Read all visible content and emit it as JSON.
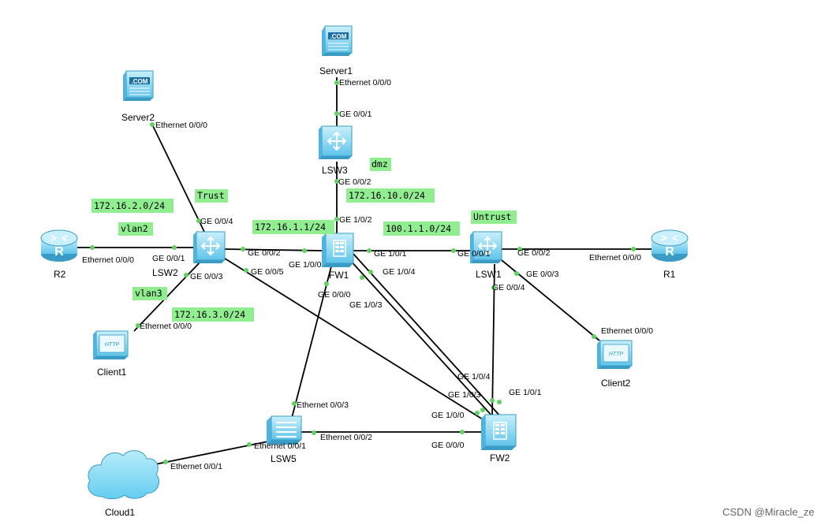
{
  "devices": {
    "server1": "Server1",
    "server2": "Server2",
    "lsw3": "LSW3",
    "lsw2": "LSW2",
    "fw1": "FW1",
    "lsw1": "LSW1",
    "r2": "R2",
    "r1": "R1",
    "client1": "Client1",
    "client2": "Client2",
    "lsw5": "LSW5",
    "fw2": "FW2",
    "cloud1": "Cloud1"
  },
  "icon_text": {
    "com": ".COM",
    "router": "R",
    "http": "HTTP"
  },
  "tags": {
    "dmz": "dmz",
    "net_10": "172.16.10.0/24",
    "trust": "Trust",
    "net_2": "172.16.2.0/24",
    "vlan2": "vlan2",
    "gw_1": "172.16.1.1/24",
    "net_100": "100.1.1.0/24",
    "untrust": "Untrust",
    "vlan3": "vlan3",
    "net_3": "172.16.3.0/24"
  },
  "ports": {
    "server1_e0": "Ethernet 0/0/0",
    "lsw3_g1": "GE 0/0/1",
    "lsw3_g2": "GE 0/0/2",
    "fw1_g102": "GE 1/0/2",
    "server2_e0": "Ethernet 0/0/0",
    "lsw2_g4": "GE 0/0/4",
    "r2_e0": "Ethernet 0/0/0",
    "lsw2_g1": "GE 0/0/1",
    "lsw2_g2": "GE 0/0/2",
    "fw1_g100": "GE 1/0/0",
    "lsw2_g5": "GE 0/0/5",
    "lsw2_g3": "GE 0/0/3",
    "fw1_g101": "GE 1/0/1",
    "fw1_g104": "GE 1/0/4",
    "fw1_g000": "GE 0/0/0",
    "fw1_g103": "GE 1/0/3",
    "lsw1_g1": "GE 0/0/1",
    "lsw1_g2": "GE 0/0/2",
    "r1_e0": "Ethernet 0/0/0",
    "lsw1_g3": "GE 0/0/3",
    "lsw1_g4": "GE 0/0/4",
    "client1_e0": "Ethernet 0/0/0",
    "client2_e0": "Ethernet 0/0/0",
    "fw2_g104": "GE 1/0/4",
    "fw2_g101": "GE 1/0/1",
    "fw2_g103": "GE 1/0/3",
    "fw2_g100": "GE 1/0/0",
    "fw2_g000": "GE 0/0/0",
    "lsw5_e3": "Ethernet 0/0/3",
    "lsw5_e2": "Ethernet 0/0/2",
    "lsw5_e1": "Ethernet 0/0/1",
    "cloud1_e1": "Ethernet 0/0/1"
  },
  "watermark": "CSDN @Miracle_ze",
  "colors": {
    "tag_bg": "#90ee90",
    "port_dot": "#5fd35f",
    "link": "#000000",
    "device_blue": "#7fd4f0"
  }
}
